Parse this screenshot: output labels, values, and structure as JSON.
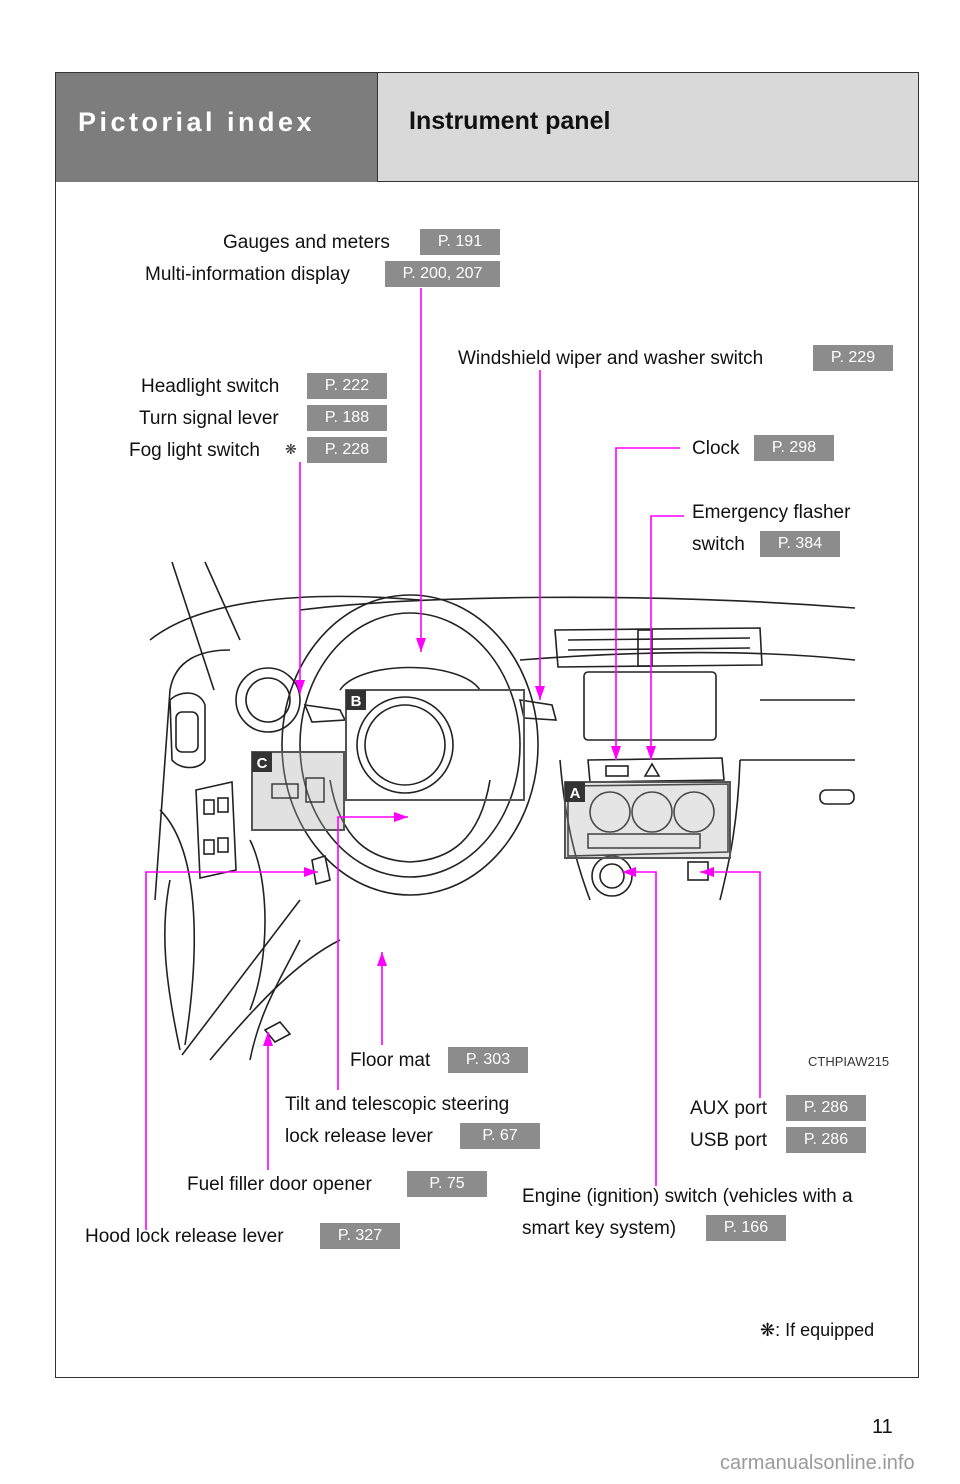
{
  "header": {
    "section_title": "Pictorial index",
    "page_heading": "Instrument panel"
  },
  "callouts": {
    "gauges": {
      "label": "Gauges and meters",
      "page": "P. 191"
    },
    "multi_info": {
      "label": "Multi-information display",
      "page": "P. 200, 207"
    },
    "wiper": {
      "label": "Windshield wiper and washer switch",
      "page": "P. 229"
    },
    "headlight": {
      "label": "Headlight switch",
      "page": "P. 222"
    },
    "turn_signal": {
      "label": "Turn signal lever",
      "page": "P. 188"
    },
    "fog_light": {
      "label": "Fog light switch",
      "page": "P. 228"
    },
    "clock": {
      "label": "Clock",
      "page": "P. 298"
    },
    "emergency_line1": "Emergency flasher",
    "emergency_line2": "switch",
    "emergency_page": "P. 384",
    "floor_mat": {
      "label": "Floor mat",
      "page": "P. 303"
    },
    "tilt_line1": "Tilt and telescopic steering",
    "tilt_line2": "lock release lever",
    "tilt_page": "P. 67",
    "aux": {
      "label": "AUX port",
      "page": "P. 286"
    },
    "usb": {
      "label": "USB port",
      "page": "P. 286"
    },
    "fuel": {
      "label": "Fuel filler door opener",
      "page": "P. 75"
    },
    "engine_line1": "Engine (ignition) switch (vehicles with a",
    "engine_line2": "smart key system)",
    "engine_page": "P. 166",
    "hood": {
      "label": "Hood lock release lever",
      "page": "P. 327"
    }
  },
  "diagram": {
    "marker_a": "A",
    "marker_b": "B",
    "marker_c": "C",
    "image_code": "CTHPIAW215"
  },
  "footnote": {
    "text": ": If equipped"
  },
  "page_number": "11",
  "watermark": "carmanualsonline.info",
  "colors": {
    "leader_line": "#ff00ff",
    "page_tag": "#8c8c8c",
    "header_dark": "#7d7d7d",
    "header_light": "#d9d9d9"
  }
}
